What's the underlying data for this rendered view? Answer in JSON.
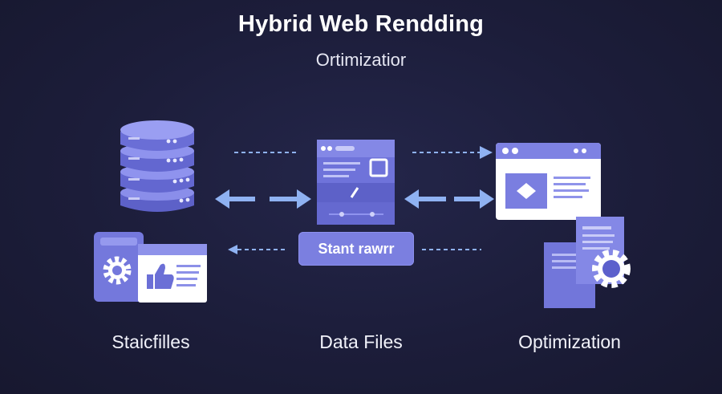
{
  "header": {
    "title": "Hybrid Web Rendding",
    "subtitle": "Ortimizatior"
  },
  "server": {
    "label": "Stant rawrr"
  },
  "captions": {
    "left": "Staicfilles",
    "middle": "Data Files",
    "right": "Optimization"
  },
  "colors": {
    "background": "#1c1d3a",
    "accent": "#7b7fe0",
    "accent_light": "#9ea2f2",
    "arrow": "#8fb2f2",
    "white": "#ffffff"
  },
  "icons": [
    "database-stack-icon",
    "settings-card-icon",
    "thumbs-up-icon",
    "server-window-icon",
    "browser-window-icon",
    "document-stack-icon",
    "gear-icon"
  ]
}
